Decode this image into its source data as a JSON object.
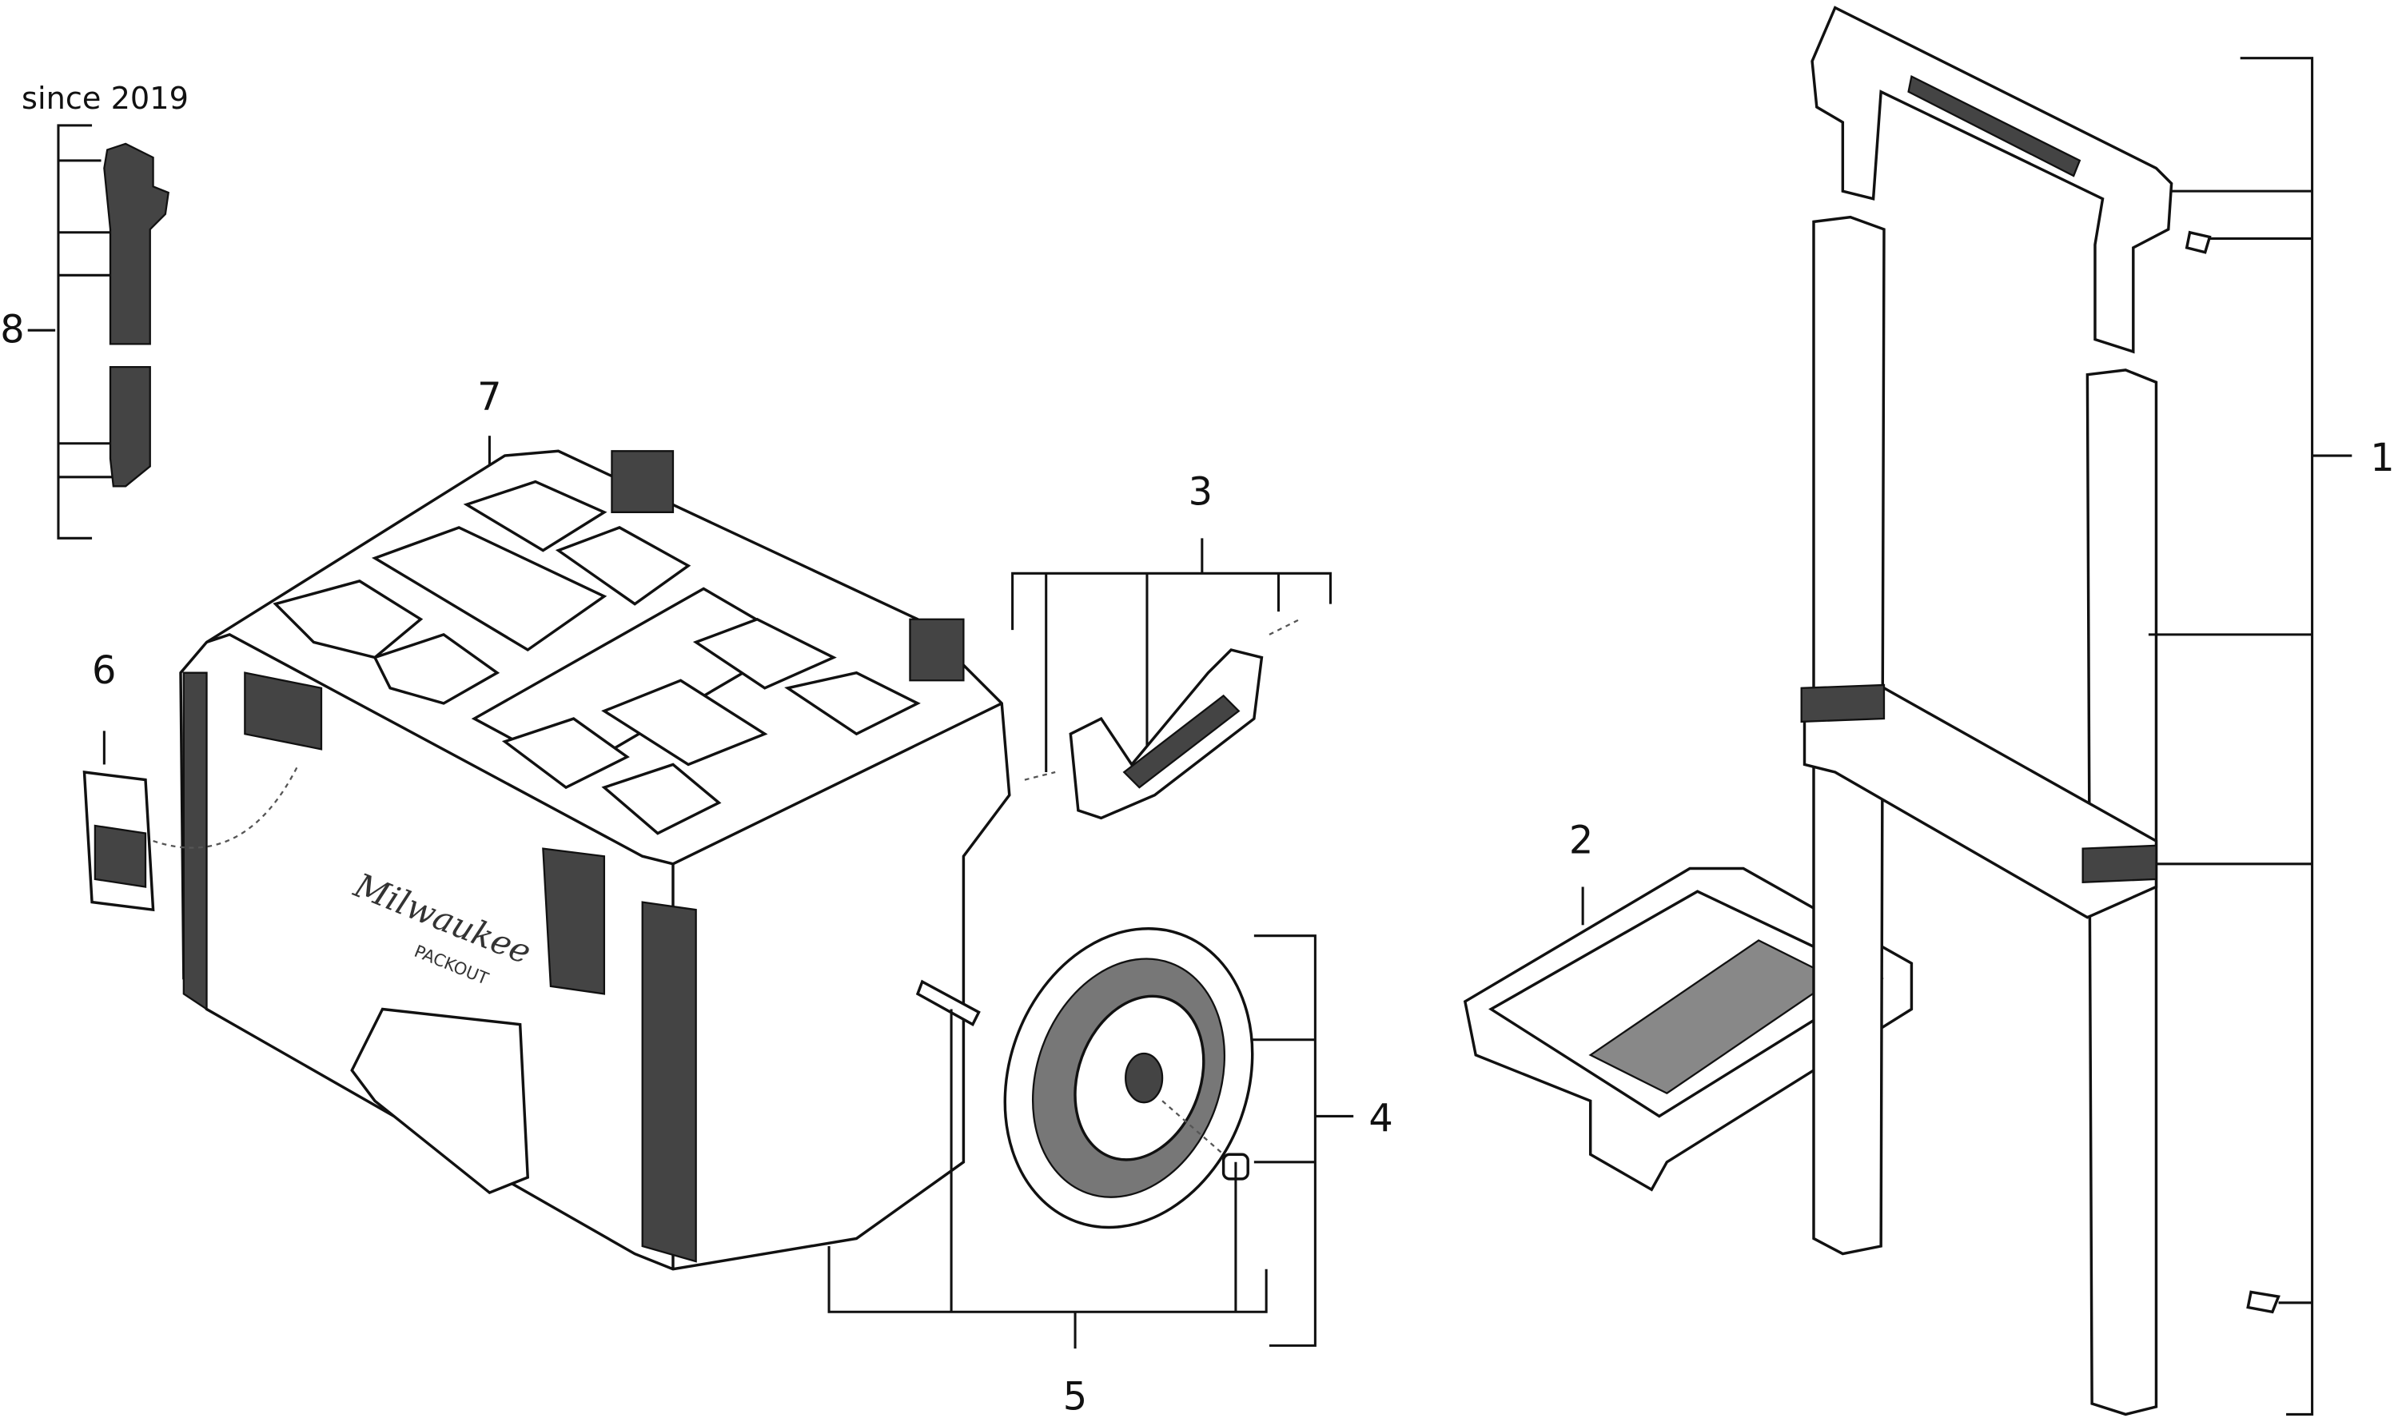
{
  "diagram": {
    "note": "since 2019",
    "callouts": [
      "1",
      "2",
      "3",
      "4",
      "5",
      "6",
      "7",
      "8"
    ],
    "logo_text": [
      "Milwaukee",
      "PACKOUT"
    ]
  }
}
